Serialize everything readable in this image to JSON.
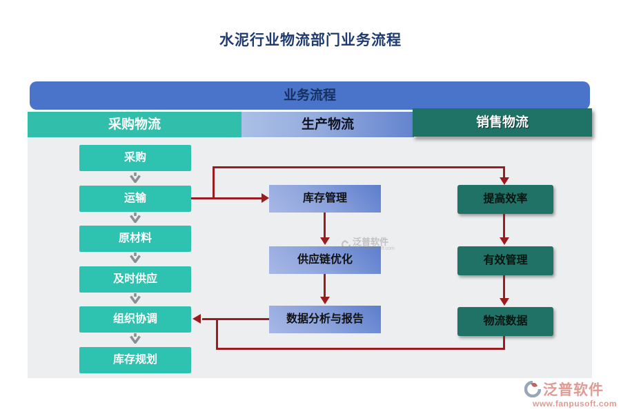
{
  "title": "水泥行业物流部门业务流程",
  "banner": {
    "label": "业务流程"
  },
  "columns": {
    "purchase": {
      "header": "采购物流",
      "boxes": [
        "采购",
        "运输",
        "原材料",
        "及时供应",
        "组织协调",
        "库存规划"
      ]
    },
    "production": {
      "header": "生产物流",
      "boxes": [
        "库存管理",
        "供应链优化",
        "数据分析与报告"
      ]
    },
    "sales": {
      "header": "销售物流",
      "boxes": [
        "提高效率",
        "有效管理",
        "物流数据"
      ]
    }
  },
  "watermark": {
    "brand": "泛普软件",
    "url": "www.fanpusoft.com"
  },
  "colors": {
    "title_navy": "#1e3a6e",
    "banner_blue": "#4a74c9",
    "teal": "#2ec3b1",
    "teal_header": "#31bfac",
    "dark_teal": "#1f7265",
    "blue_box_light": "#a7b8e6",
    "blue_box_dark": "#5c7ecd",
    "arrow_red": "#9a1c1e",
    "chevron_gray": "#8a8f94",
    "panel_gray": "#edeeef",
    "watermark_pink": "#e09a94"
  }
}
